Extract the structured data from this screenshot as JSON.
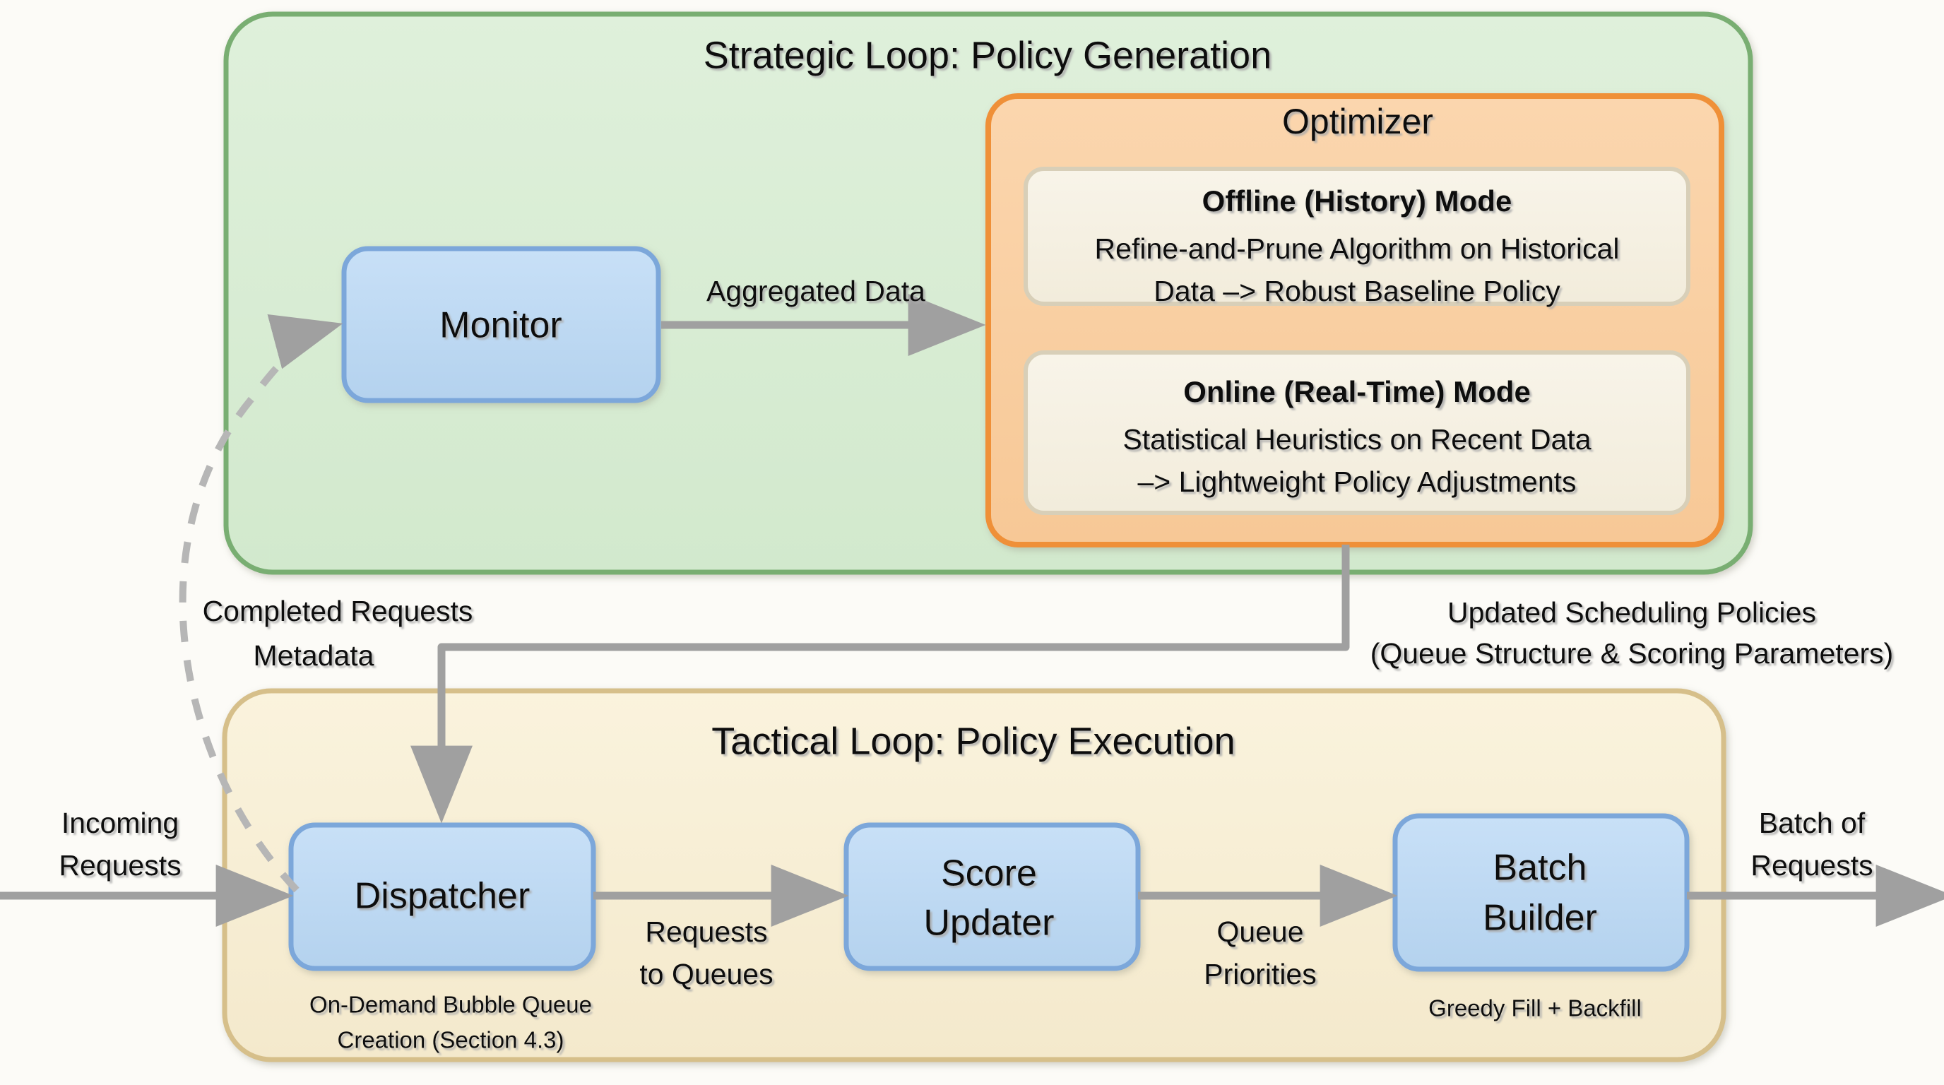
{
  "colors": {
    "background": "#fcfbf7",
    "strategic_fill": "#d8ecd4",
    "strategic_stroke": "#79ae72",
    "tactical_fill": "#f7eed4",
    "tactical_stroke": "#d6bf8a",
    "optimizer_fill": "#f9cfa2",
    "optimizer_stroke": "#ef9038",
    "mode_fill": "#f5f0e2",
    "mode_stroke": "#d8cfb8",
    "node_fill": "#bed9f2",
    "node_stroke": "#7ba7da",
    "arrow": "#a0a0a0",
    "text": "#111111"
  },
  "strategic_loop": {
    "title": "Strategic Loop: Policy Generation",
    "monitor": {
      "label": "Monitor"
    },
    "optimizer": {
      "title": "Optimizer",
      "modes": [
        {
          "heading": "Offline (History) Mode",
          "body_line_1": "Refine-and-Prune Algorithm on Historical",
          "body_line_2": "Data –> Robust Baseline Policy"
        },
        {
          "heading": "Online (Real-Time) Mode",
          "body_line_1": "Statistical Heuristics on Recent Data",
          "body_line_2": "–> Lightweight Policy Adjustments"
        }
      ]
    }
  },
  "tactical_loop": {
    "title": "Tactical Loop: Policy Execution",
    "nodes": [
      {
        "label_line_1": "Dispatcher",
        "label_line_2": "",
        "caption_line_1": "On-Demand Bubble Queue",
        "caption_line_2": "Creation (Section 4.3)"
      },
      {
        "label_line_1": "Score",
        "label_line_2": "Updater",
        "caption_line_1": "",
        "caption_line_2": ""
      },
      {
        "label_line_1": "Batch",
        "label_line_2": "Builder",
        "caption_line_1": "Greedy Fill + Backfill",
        "caption_line_2": ""
      }
    ]
  },
  "edges": {
    "aggregated_data": "Aggregated Data",
    "completed_requests_line_1": "Completed Requests",
    "completed_requests_line_2": "Metadata",
    "updated_policies_line_1": "Updated Scheduling Policies",
    "updated_policies_line_2": "(Queue Structure & Scoring Parameters)",
    "incoming_line_1": "Incoming",
    "incoming_line_2": "Requests",
    "requests_to_queues_line_1": "Requests",
    "requests_to_queues_line_2": "to Queues",
    "queue_priorities_line_1": "Queue",
    "queue_priorities_line_2": "Priorities",
    "batch_of_requests_line_1": "Batch of",
    "batch_of_requests_line_2": "Requests"
  }
}
